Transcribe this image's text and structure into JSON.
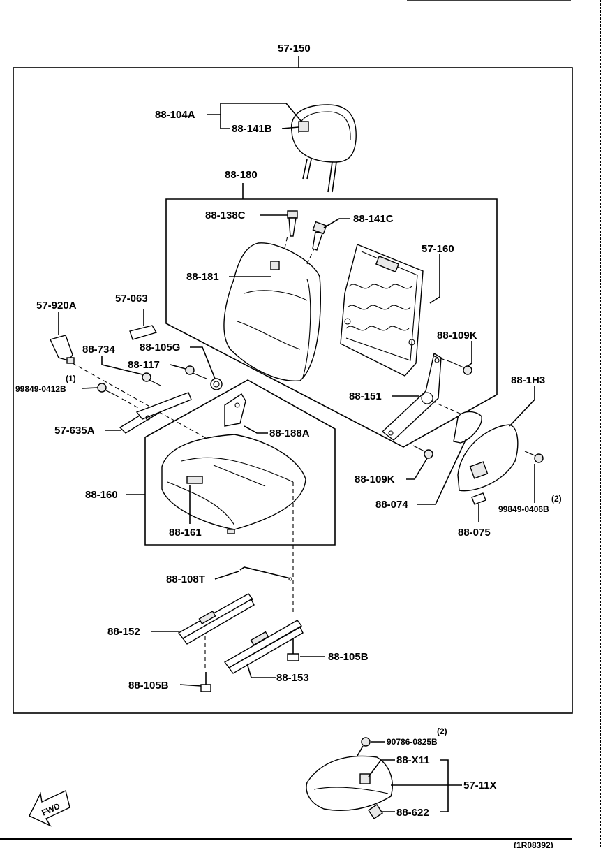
{
  "labels": {
    "assembly_top": "57-150",
    "headrest": "88-104A",
    "headrest_guide_b": "88-141B",
    "backrest_trim": "88-180",
    "guide_c": "88-138C",
    "guide_c2": "88-141C",
    "backrest_pad": "88-181",
    "backrest_frame": "57-160",
    "seatbelt_buckle": "57-920A",
    "cover_063": "57-063",
    "part_734": "88-734",
    "part_105g": "88-105G",
    "part_117": "88-117",
    "qty_left": "(1)",
    "bolt_left": "99849-0412B",
    "bracket_635a": "57-635A",
    "bracket_188a": "88-188A",
    "cushion_assy": "88-160",
    "cushion_pad": "88-161",
    "recliner": "88-151",
    "bolt_109k_top": "88-109K",
    "bolt_109k_bottom": "88-109K",
    "cover_074": "88-074",
    "cover_1h3": "88-1H3",
    "qty_right": "(2)",
    "bolt_right": "99849-0406B",
    "knob_075": "88-075",
    "wire_108t": "88-108T",
    "rail_152": "88-152",
    "bolt_105b_right": "88-105B",
    "rail_153": "88-153",
    "bolt_105b_left": "88-105B",
    "qty_bottom": "(2)",
    "bolt_bottom": "90786-0825B",
    "part_x11": "88-X11",
    "assy_11x": "57-11X",
    "part_622": "88-622",
    "fwd": "FWD",
    "footer_ref": "(1R08392)"
  }
}
